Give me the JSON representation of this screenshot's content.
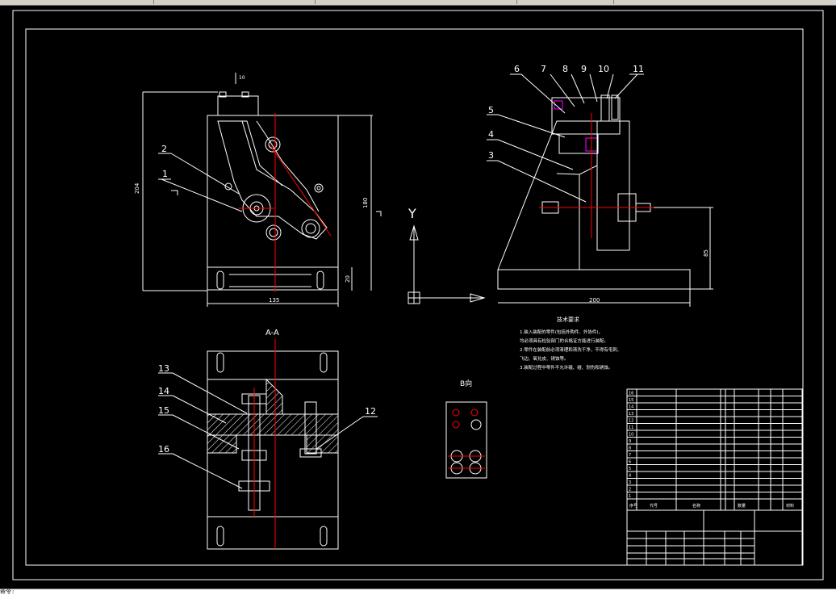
{
  "window": {
    "command_prompt": "命令: "
  },
  "colors": {
    "background": "#000000",
    "line": "#ffffff",
    "center": "#ff0000",
    "dimension": "#ffffff",
    "highlight": "#ff00ff"
  },
  "views": {
    "section_label": "A-A",
    "detail_label": "B向",
    "axis_label": "Y",
    "front_dims": {
      "width": "135",
      "height": "204",
      "inner_height": "180",
      "offset": "20",
      "top": "10"
    },
    "side_dims": {
      "base": "200",
      "height": "85"
    }
  },
  "balloons": {
    "side": [
      "6",
      "7",
      "8",
      "9",
      "10",
      "11",
      "5",
      "4",
      "3"
    ],
    "front": [
      "2",
      "1"
    ],
    "section": [
      "13",
      "14",
      "15",
      "16",
      "12"
    ]
  },
  "notes": {
    "title": "技术要求",
    "lines": [
      "1.装入装配的零件(包括外购件、外协件)，",
      "  均必须具有检验部门的合格证方能进行装配。",
      "2.零件在装配前必须清理和清洗干净，不得有毛刺、",
      "  飞边、氧化皮、锈蚀等。",
      "3.装配过程中零件不允许磕、碰、划伤和锈蚀。"
    ]
  },
  "bom": {
    "rows": [
      "16",
      "15",
      "14",
      "13",
      "12",
      "11",
      "10",
      "9",
      "8",
      "7",
      "6",
      "5",
      "4",
      "3",
      "2",
      "1"
    ],
    "headers": [
      "序号",
      "代号",
      "名称",
      "数量",
      "材料"
    ]
  }
}
